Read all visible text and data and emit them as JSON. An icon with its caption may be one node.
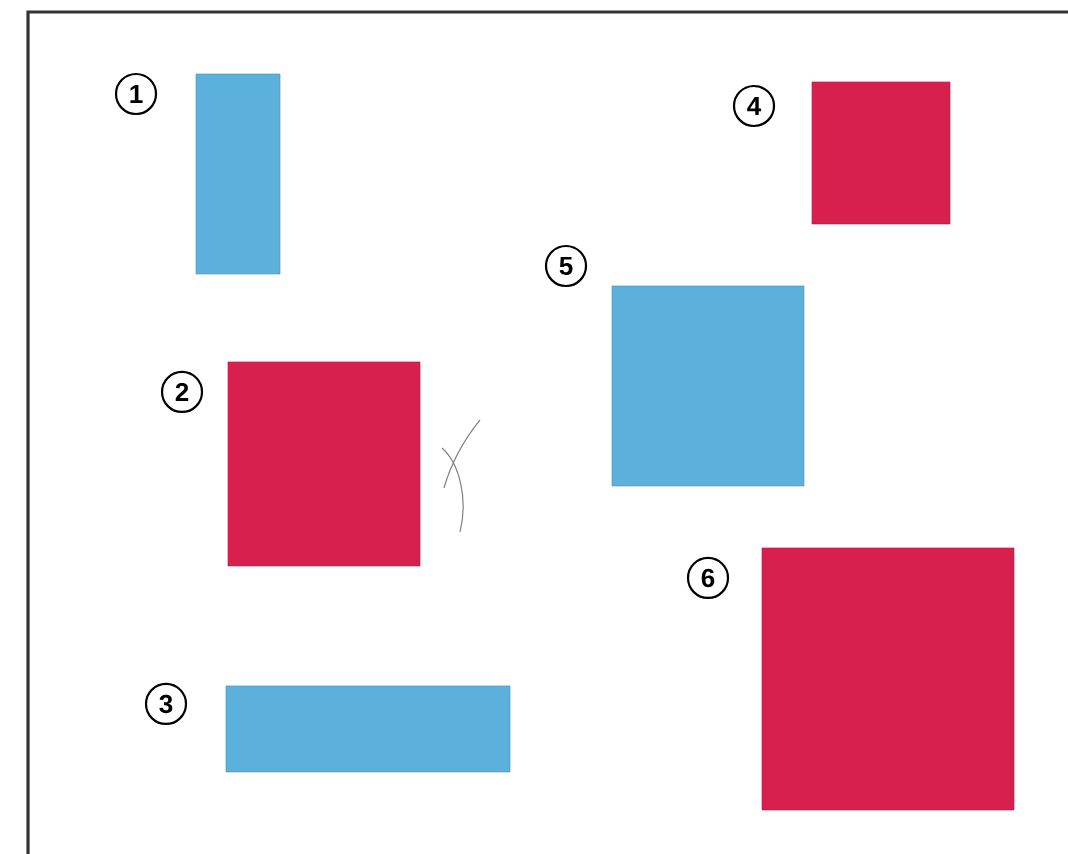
{
  "diagram": {
    "nodes": [
      {
        "text": [],
        "shape": "box",
        "beside": [
          "1"
        ]
      },
      {
        "text": [],
        "shape": "box",
        "beside": [
          "2"
        ]
      },
      {
        "text": [],
        "shape": "box",
        "beside": [
          "3"
        ]
      },
      {
        "text": [],
        "shape": "box",
        "beside": [
          "4"
        ]
      },
      {
        "text": [],
        "shape": "box",
        "beside": [
          "5"
        ]
      },
      {
        "text": [],
        "shape": "box",
        "beside": [
          "6"
        ]
      }
    ]
  }
}
